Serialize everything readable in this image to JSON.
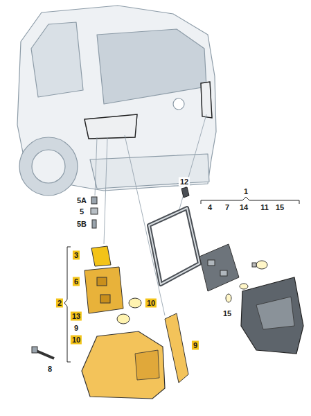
{
  "diagram": {
    "labels": [
      "1",
      "4",
      "7",
      "14",
      "11",
      "15",
      "12",
      "5A",
      "5",
      "5B",
      "3",
      "6",
      "2",
      "10",
      "13",
      "9",
      "10",
      "9",
      "15",
      "8"
    ]
  }
}
